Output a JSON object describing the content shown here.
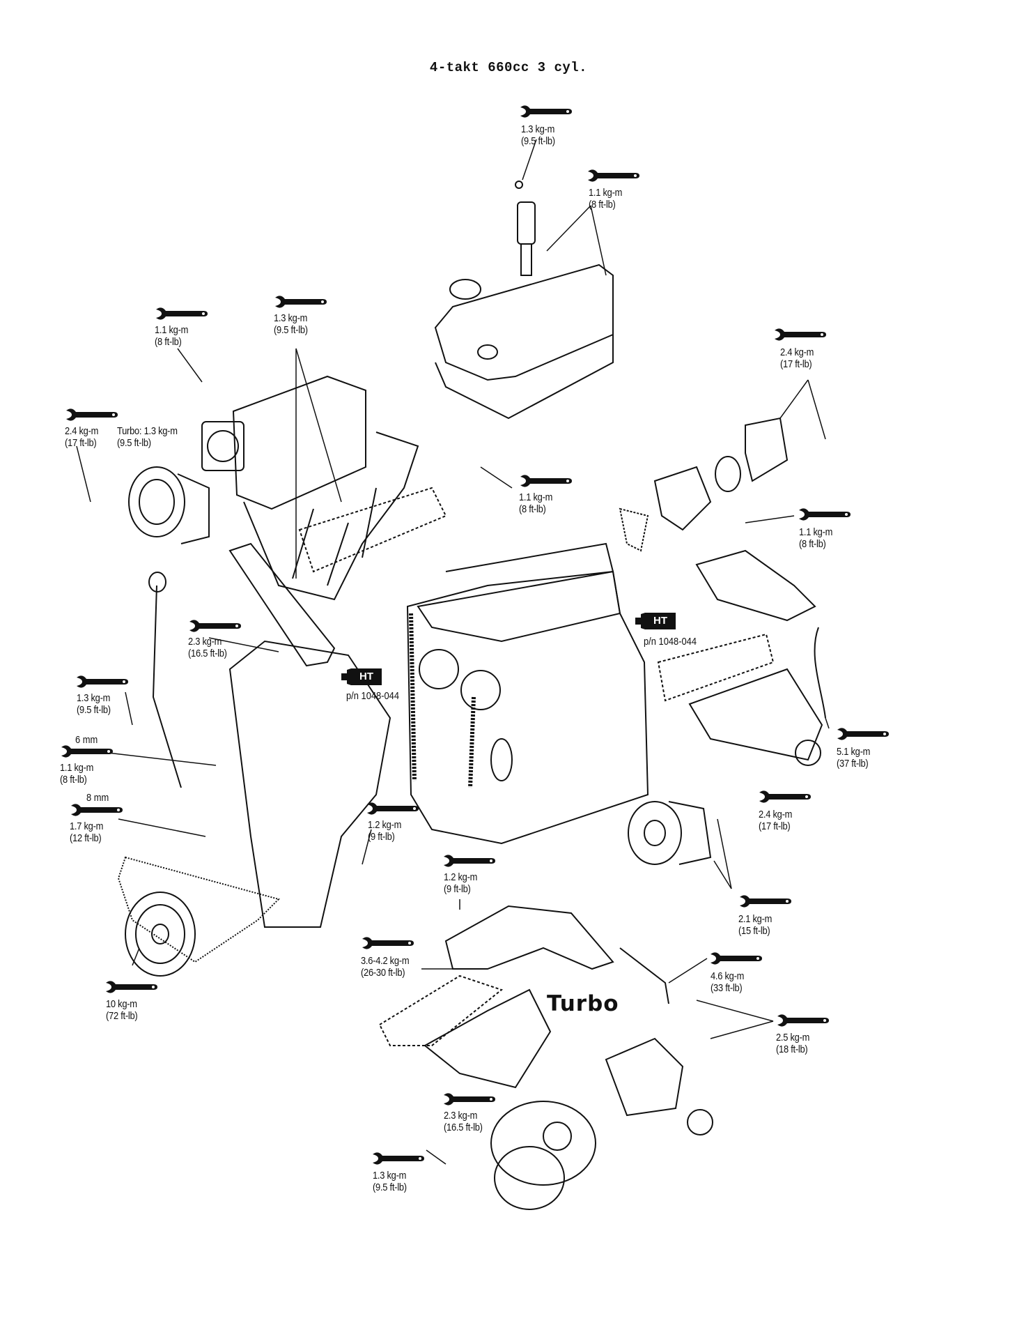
{
  "title": "4-takt 660cc 3 cyl.",
  "section_label": "Turbo",
  "sealant": {
    "badge": "HT",
    "part_number": "p/n 1048-044"
  },
  "torque_labels": [
    {
      "id": "ignition-coil-bolt",
      "metric": "1.3 kg-m",
      "imperial": "(9.5 ft-lb)"
    },
    {
      "id": "cam-cover-bolts",
      "metric": "1.1 kg-m",
      "imperial": "(8 ft-lb)"
    },
    {
      "id": "intake-bracket-bolt",
      "metric": "1.1 kg-m",
      "imperial": "(8 ft-lb)"
    },
    {
      "id": "intake-manifold-bolts",
      "metric": "1.3 kg-m",
      "imperial": "(9.5 ft-lb)"
    },
    {
      "id": "throttle-body-bolt",
      "metric": "2.4 kg-m",
      "imperial": "(17 ft-lb)",
      "turbo_metric": "Turbo: 1.3 kg-m",
      "turbo_imperial": "(9.5 ft-lb)"
    },
    {
      "id": "thermostat-housing-bolts",
      "metric": "2.4 kg-m",
      "imperial": "(17 ft-lb)"
    },
    {
      "id": "heat-shield-bolt",
      "metric": "1.1 kg-m",
      "imperial": "(8 ft-lb)"
    },
    {
      "id": "exhaust-shield-bolt",
      "metric": "1.1 kg-m",
      "imperial": "(8 ft-lb)"
    },
    {
      "id": "manifold-stay-bolt",
      "metric": "2.3 kg-m",
      "imperial": "(16.5 ft-lb)"
    },
    {
      "id": "dipstick-bracket-bolt",
      "metric": "1.3 kg-m",
      "imperial": "(9.5 ft-lb)"
    },
    {
      "id": "timing-cover-6mm",
      "size": "6 mm",
      "metric": "1.1 kg-m",
      "imperial": "(8 ft-lb)"
    },
    {
      "id": "timing-cover-8mm",
      "size": "8 mm",
      "metric": "1.7 kg-m",
      "imperial": "(12 ft-lb)"
    },
    {
      "id": "oil-pressure-switch",
      "metric": "1.2 kg-m",
      "imperial": "(9 ft-lb)"
    },
    {
      "id": "turbo-shield-bolt",
      "metric": "1.2 kg-m",
      "imperial": "(9 ft-lb)"
    },
    {
      "id": "o2-sensor",
      "metric": "5.1 kg-m",
      "imperial": "(37 ft-lb)"
    },
    {
      "id": "exhaust-manifold-nuts",
      "metric": "2.4 kg-m",
      "imperial": "(17 ft-lb)"
    },
    {
      "id": "water-pump-bolts",
      "metric": "2.1 kg-m",
      "imperial": "(15 ft-lb)"
    },
    {
      "id": "crank-pulley-bolt",
      "metric": "10 kg-m",
      "imperial": "(72 ft-lb)"
    },
    {
      "id": "turbo-manifold-nuts",
      "metric": "3.6-4.2 kg-m",
      "imperial": "(26-30 ft-lb)"
    },
    {
      "id": "turbo-o2-sensor",
      "metric": "4.6 kg-m",
      "imperial": "(33 ft-lb)"
    },
    {
      "id": "turbo-outlet-bolts",
      "metric": "2.5 kg-m",
      "imperial": "(18 ft-lb)"
    },
    {
      "id": "turbo-flange-bolts",
      "metric": "2.3 kg-m",
      "imperial": "(16.5 ft-lb)"
    },
    {
      "id": "turbo-oil-line-bolt",
      "metric": "1.3 kg-m",
      "imperial": "(9.5 ft-lb)"
    }
  ]
}
